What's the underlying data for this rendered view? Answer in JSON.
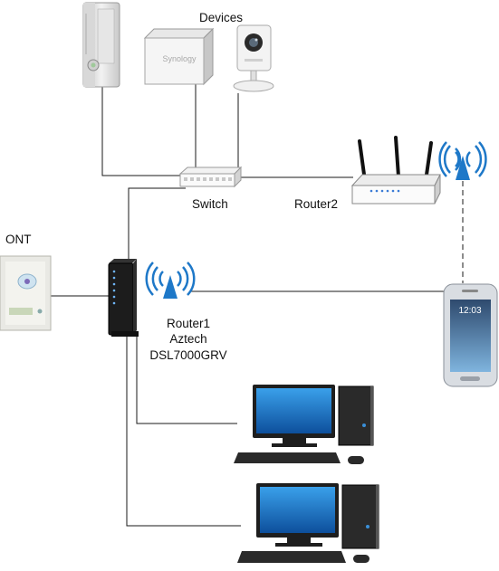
{
  "labels": {
    "devices": "Devices",
    "switch": "Switch",
    "router2": "Router2",
    "ont": "ONT",
    "router1_line1": "Router1",
    "router1_line2": "Aztech",
    "router1_line3": "DSL7000GRV",
    "nas_brand": "Synology",
    "phone_time": "12:03"
  },
  "icons": {
    "console": "game-console-icon",
    "nas": "nas-icon",
    "camera": "ip-camera-icon",
    "switch": "network-switch-icon",
    "router2": "wireless-router-icon",
    "router1": "adsl-router-icon",
    "ont": "ont-device-icon",
    "smartphone": "smartphone-icon",
    "desktop": "desktop-computer-icon",
    "wifi": "wifi-signal-icon"
  },
  "colors": {
    "line": "#1a1a1a",
    "wifi": "#1e78c8",
    "screen": "#1a72c4",
    "dark": "#1c1c1c"
  }
}
